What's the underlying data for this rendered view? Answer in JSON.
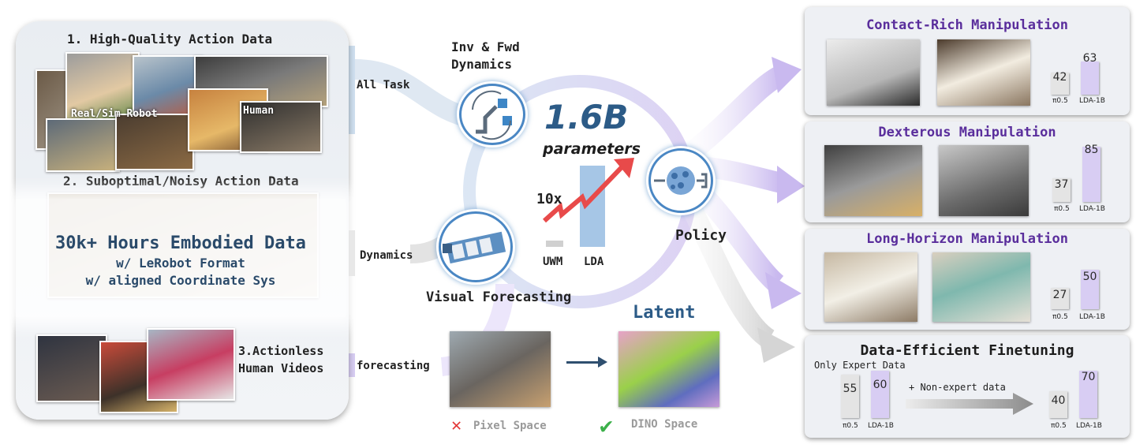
{
  "left_panel": {
    "section1_title": "1. High-Quality Action Data",
    "robot_label": "Real/Sim Robot",
    "human_label": "Human",
    "section2_title": "2. Suboptimal/Noisy Action Data",
    "embodied_title": "30k+ Hours Embodied Data",
    "embodied_line1": "w/ LeRobot Format",
    "embodied_line2": "w/ aligned Coordinate Sys",
    "section3_line1": "3.Actionless",
    "section3_line2": "Human Videos"
  },
  "connectors": {
    "all_task": "All Task",
    "dynamics": "Dynamics",
    "forecasting": "forecasting"
  },
  "center": {
    "inv_fwd_line1": "Inv & Fwd",
    "inv_fwd_line2": "Dynamics",
    "param_count": "1.6B",
    "param_unit": "parameters",
    "multiplier": "10x",
    "bar_left_label": "UWM",
    "bar_right_label": "LDA",
    "visual_forecasting": "Visual Forecasting",
    "policy": "Policy",
    "latent": "Latent",
    "pixel_space": "Pixel Space",
    "dino_space": "DINO Space"
  },
  "right_panels": [
    {
      "title": "Contact-Rich Manipulation",
      "pi_value": "42",
      "lda_value": "63",
      "pi_label": "π0.5",
      "lda_label": "LDA-1B"
    },
    {
      "title": "Dexterous Manipulation",
      "pi_value": "37",
      "lda_value": "85",
      "pi_label": "π0.5",
      "lda_label": "LDA-1B"
    },
    {
      "title": "Long-Horizon Manipulation",
      "pi_value": "27",
      "lda_value": "50",
      "pi_label": "π0.5",
      "lda_label": "LDA-1B"
    }
  ],
  "finetune": {
    "title": "Data-Efficient Finetuning",
    "expert_caption": "Only Expert Data",
    "arrow_caption": "+ Non-expert data",
    "pi1_value": "55",
    "lda1_value": "60",
    "pi2_value": "40",
    "lda2_value": "70",
    "pi_label": "π0.5",
    "lda_label": "LDA-1B"
  },
  "chart_data": [
    {
      "type": "bar",
      "categories": [
        "π0.5",
        "LDA-1B"
      ],
      "values": [
        42,
        63
      ],
      "title": "Contact-Rich Manipulation"
    },
    {
      "type": "bar",
      "categories": [
        "π0.5",
        "LDA-1B"
      ],
      "values": [
        37,
        85
      ],
      "title": "Dexterous Manipulation"
    },
    {
      "type": "bar",
      "categories": [
        "π0.5",
        "LDA-1B"
      ],
      "values": [
        27,
        50
      ],
      "title": "Long-Horizon Manipulation"
    },
    {
      "type": "bar",
      "categories": [
        "π0.5",
        "LDA-1B"
      ],
      "values": [
        55,
        60
      ],
      "title": "Only Expert Data"
    },
    {
      "type": "bar",
      "categories": [
        "π0.5",
        "LDA-1B"
      ],
      "values": [
        40,
        70
      ],
      "title": "+ Non-expert data"
    }
  ]
}
